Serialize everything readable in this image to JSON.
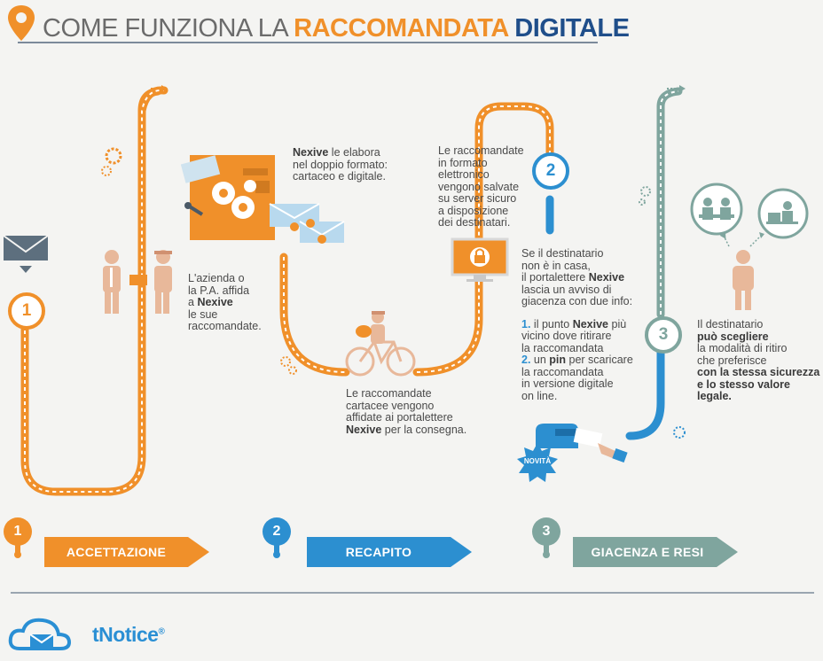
{
  "header": {
    "title_part1": "COME FUNZIONA LA ",
    "title_part2": "RACCOMANDATA",
    "title_part3": " DIGITALE"
  },
  "colors": {
    "orange": "#f0902a",
    "blue": "#2c8fd0",
    "teal": "#7fa59e",
    "navy": "#1f4e8a"
  },
  "step1": {
    "num": "1",
    "text_line1": "L'azienda o",
    "text_line2": "la P.A. affida",
    "text_line3_pre": "a ",
    "text_line3_brand": "Nexive",
    "text_line4": "le sue",
    "text_line5": "raccomandate."
  },
  "nexive_process": {
    "brand": "Nexive",
    "line1_rest": " le elabora",
    "line2": "nel doppio formato:",
    "line3": "cartaceo e digitale."
  },
  "delivery": {
    "line1": "Le raccomandate",
    "line2": "cartacee vengono",
    "line3": "affidate ai portalettere",
    "line4_brand": "Nexive",
    "line4_rest": " per la consegna."
  },
  "server": {
    "line1": "Le raccomandate",
    "line2": "in formato",
    "line3": "elettronico",
    "line4": "vengono salvate",
    "line5": "su server sicuro",
    "line6": "a disposizione",
    "line7": "dei destinatari."
  },
  "step2": {
    "num": "2",
    "line1": "Se il destinatario",
    "line2": "non è in casa,",
    "line3_pre": "il portalettere ",
    "line3_brand": "Nexive",
    "line4": "lascia un avviso di",
    "line5": "giacenza con due info:",
    "item1_num": "1.",
    "item1_pre": " il punto ",
    "item1_brand": "Nexive",
    "item1_post": " più",
    "item1_line2": "vicino dove ritirare",
    "item1_line3": "la raccomandata",
    "item2_num": "2.",
    "item2_pre": " un ",
    "item2_bold": "pin",
    "item2_post": " per scaricare",
    "item2_line2": "la raccomandata",
    "item2_line3": "in versione digitale",
    "item2_line4": "on line."
  },
  "badge": {
    "label": "NOVITÀ"
  },
  "step3": {
    "num": "3",
    "line1": "Il destinatario",
    "line2_bold": "può scegliere",
    "line3": "la modalità di ritiro",
    "line4": "che preferisce",
    "line5_bold": "con la stessa sicurezza",
    "line6_bold": "e lo stesso valore",
    "line7_bold": "legale."
  },
  "bottom_steps": [
    {
      "num": "1",
      "label": "ACCETTAZIONE",
      "color": "#f0902a"
    },
    {
      "num": "2",
      "label": "RECAPITO",
      "color": "#2c8fd0"
    },
    {
      "num": "3",
      "label": "GIACENZA E RESI",
      "color": "#7fa59e"
    }
  ],
  "logo": {
    "text": "tNotice",
    "mark": "®"
  }
}
